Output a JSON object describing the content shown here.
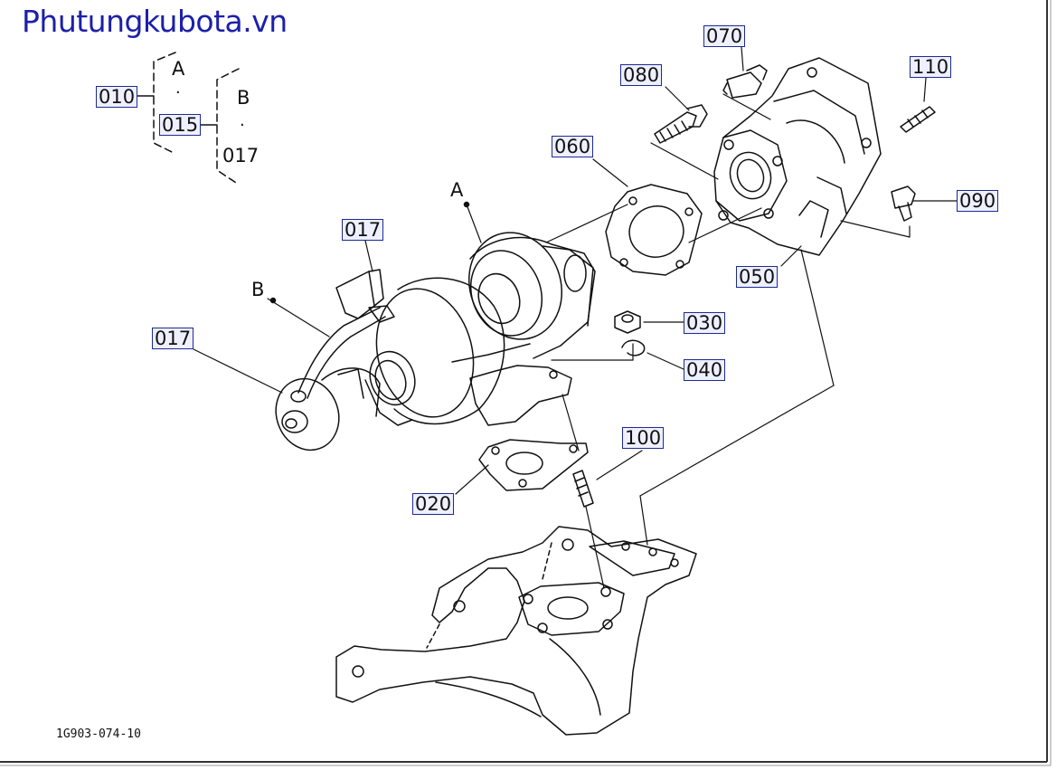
{
  "watermark": "Phutungkubota.vn",
  "diagram_code": "1G903-074-10",
  "legend": {
    "group_a": "A",
    "group_b": "B",
    "separator": "·",
    "parent_code": "010",
    "sub_code": "015",
    "child_code": "017"
  },
  "part_labels": {
    "A": "A",
    "B": "B"
  },
  "callouts": {
    "p070": "070",
    "p080": "080",
    "p110": "110",
    "p060": "060",
    "p090": "090",
    "p050": "050",
    "p017_top": "017",
    "p017_left": "017",
    "p030": "030",
    "p040": "040",
    "p100": "100",
    "p020": "020"
  },
  "colors": {
    "watermark": "#1c20a8",
    "callout_border": "#1e2a90",
    "callout_fill": "#eef0ff",
    "line_art": "#111111"
  }
}
